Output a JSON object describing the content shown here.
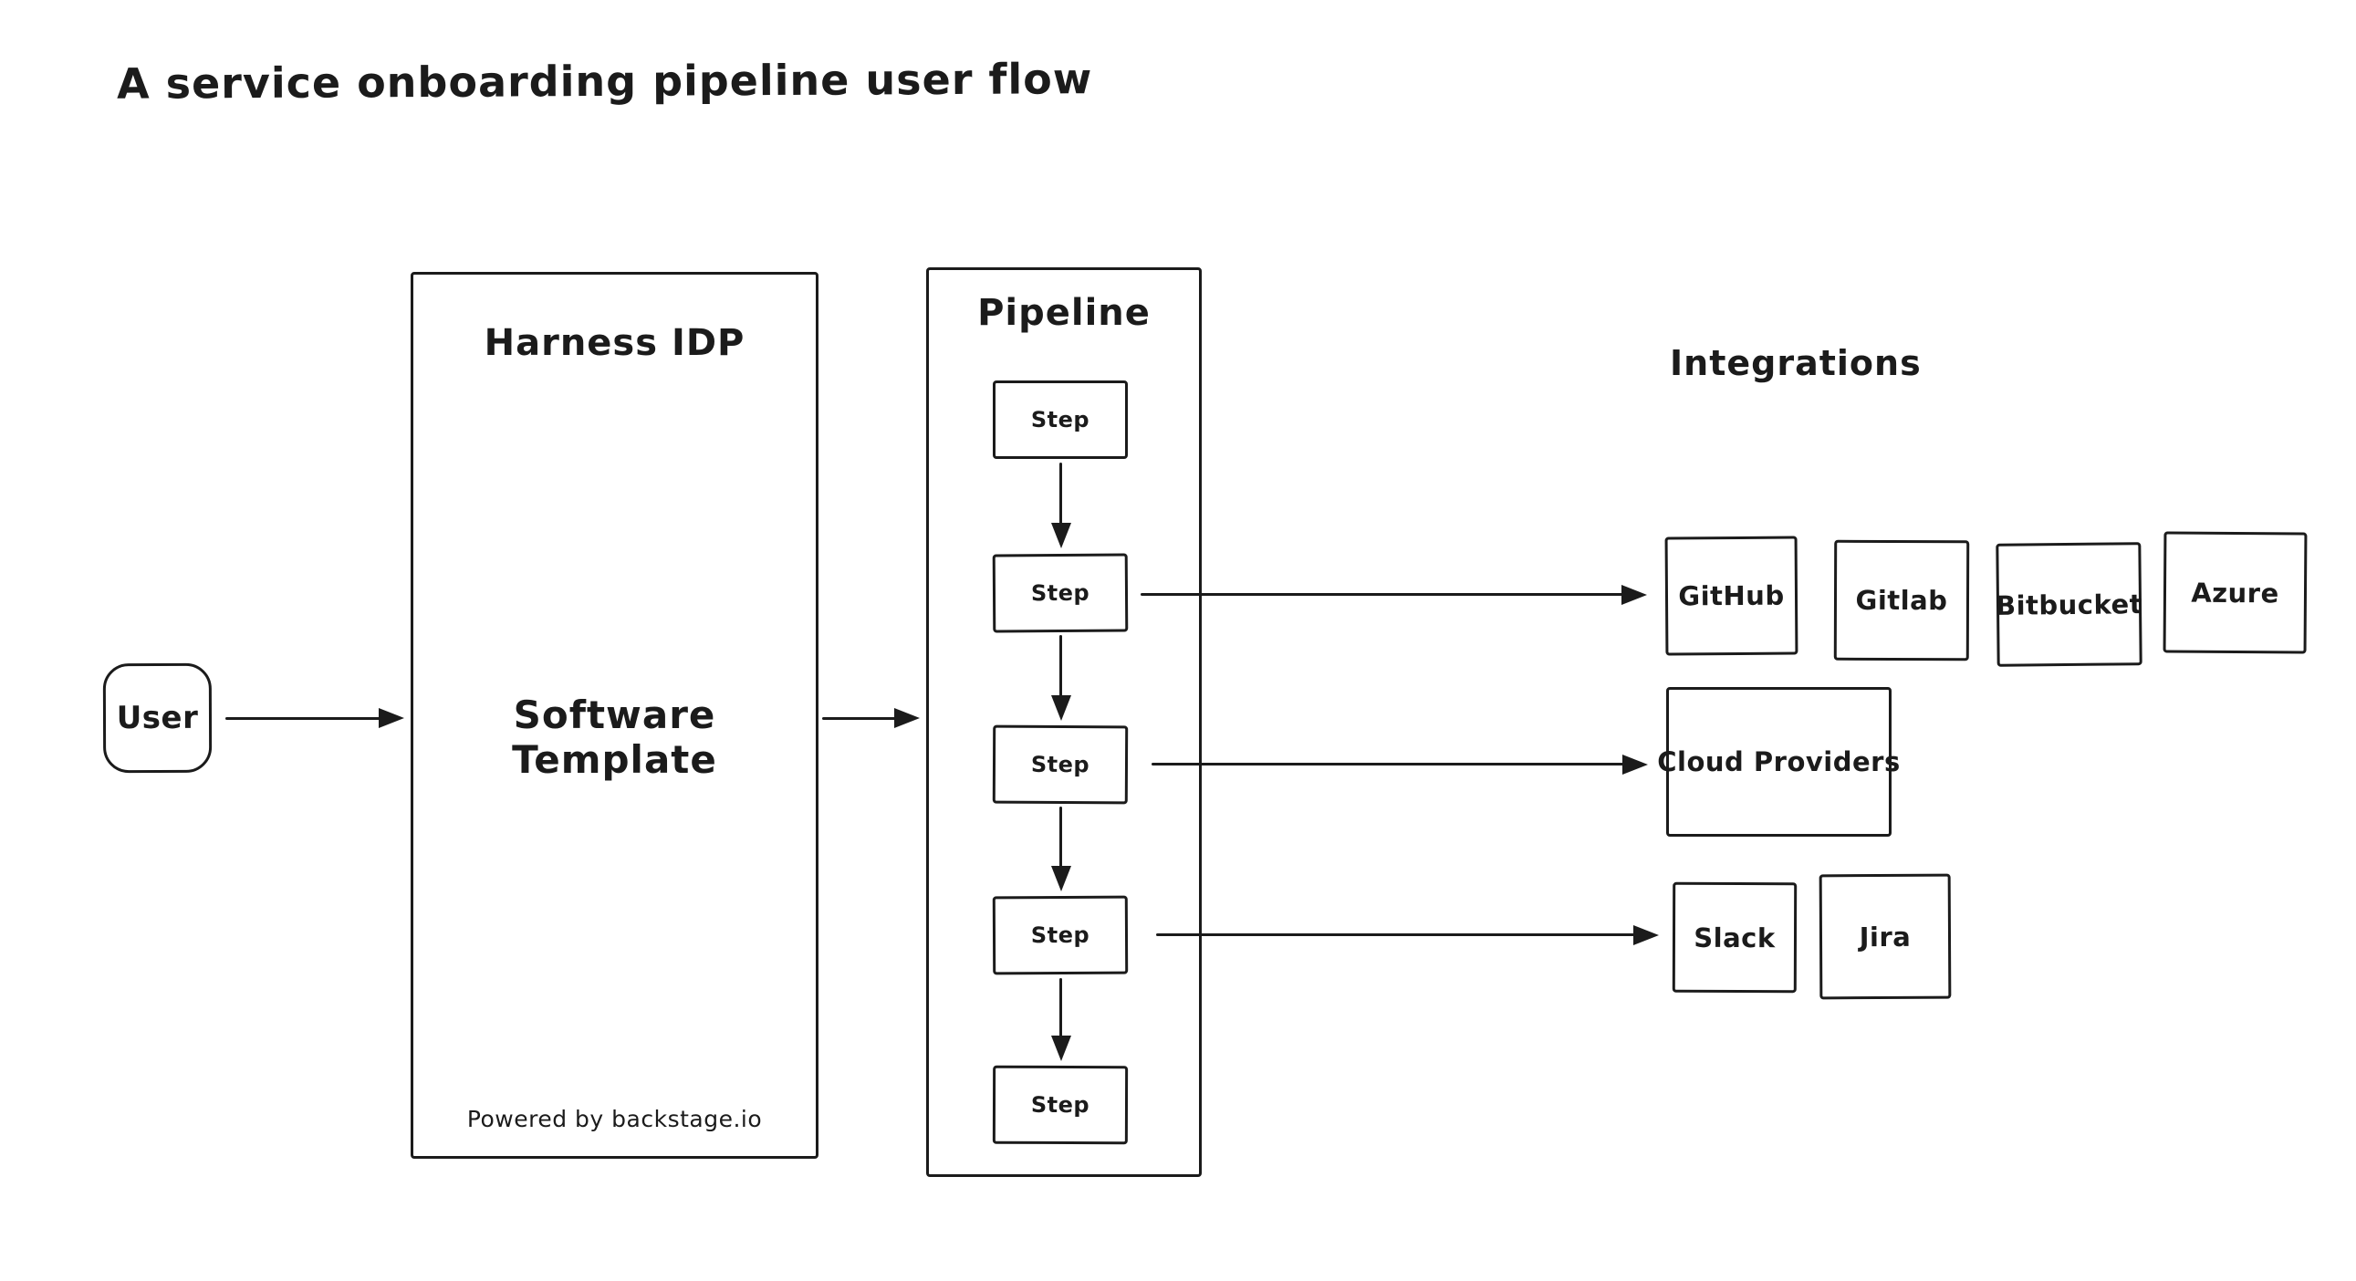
{
  "title": "A service onboarding pipeline user flow",
  "user": {
    "label": "User"
  },
  "harness": {
    "title": "Harness IDP",
    "center_label": "Software Template",
    "footer": "Powered by backstage.io"
  },
  "pipeline": {
    "title": "Pipeline",
    "steps": [
      "Step",
      "Step",
      "Step",
      "Step",
      "Step"
    ]
  },
  "integrations": {
    "title": "Integrations",
    "rows": [
      {
        "items": [
          "GitHub",
          "Gitlab",
          "Bitbucket",
          "Azure"
        ]
      },
      {
        "items": [
          "Cloud Providers"
        ]
      },
      {
        "items": [
          "Slack",
          "Jira"
        ]
      }
    ]
  },
  "colors": {
    "stroke": "#1b1b1b",
    "background": "#ffffff"
  }
}
